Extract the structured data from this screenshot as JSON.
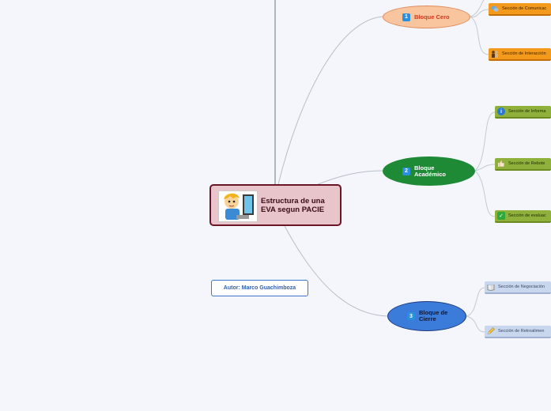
{
  "central": {
    "title": "Estructura de una EVA segun PACIE"
  },
  "branches": [
    {
      "number": "1",
      "label": "Bloque Cero",
      "color": "#f9c59f",
      "leaves": [
        {
          "label": "Sección de Comunicac",
          "icon": "speech-bubbles-icon"
        },
        {
          "label": "Sección de Interacción",
          "icon": "people-icon"
        }
      ]
    },
    {
      "number": "2",
      "label": "Bloque Académico",
      "color": "#1e8a35",
      "leaves": [
        {
          "label": "Sección de Informa",
          "icon": "info-icon"
        },
        {
          "label": "Sección de Rebote",
          "icon": "thumbs-up-icon"
        },
        {
          "label": "Sección de evaluac",
          "icon": "checkmark-icon"
        }
      ]
    },
    {
      "number": "3",
      "label": "Bloque de Cierre",
      "color": "#3b7bd9",
      "leaves": [
        {
          "label": "Sección de Negociación",
          "icon": "book-icon"
        },
        {
          "label": "Sección de Retroalimen",
          "icon": "pencil-icon"
        }
      ]
    }
  ],
  "author": "Autor: Marco Guachimboza"
}
